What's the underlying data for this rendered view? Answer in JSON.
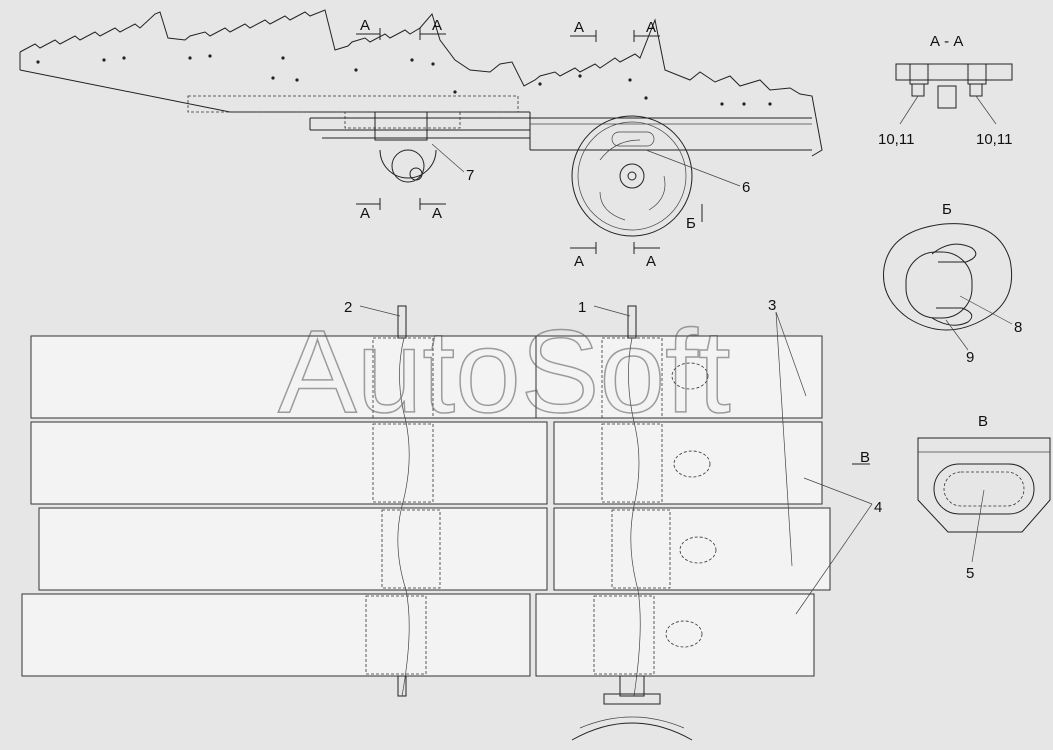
{
  "section_marks": {
    "a": "А",
    "b": "Б",
    "v": "В"
  },
  "views": {
    "section_aa": "А - А",
    "view_b": "Б",
    "view_v": "В"
  },
  "callouts": {
    "c1": "1",
    "c2": "2",
    "c3": "3",
    "c4": "4",
    "c5": "5",
    "c6": "6",
    "c7": "7",
    "c8": "8",
    "c9": "9",
    "c10_11_left": "10,11",
    "c10_11_right": "10,11"
  },
  "watermark": "AutoSoft",
  "colors": {
    "background": "#e6e6e6",
    "line": "#222222"
  }
}
